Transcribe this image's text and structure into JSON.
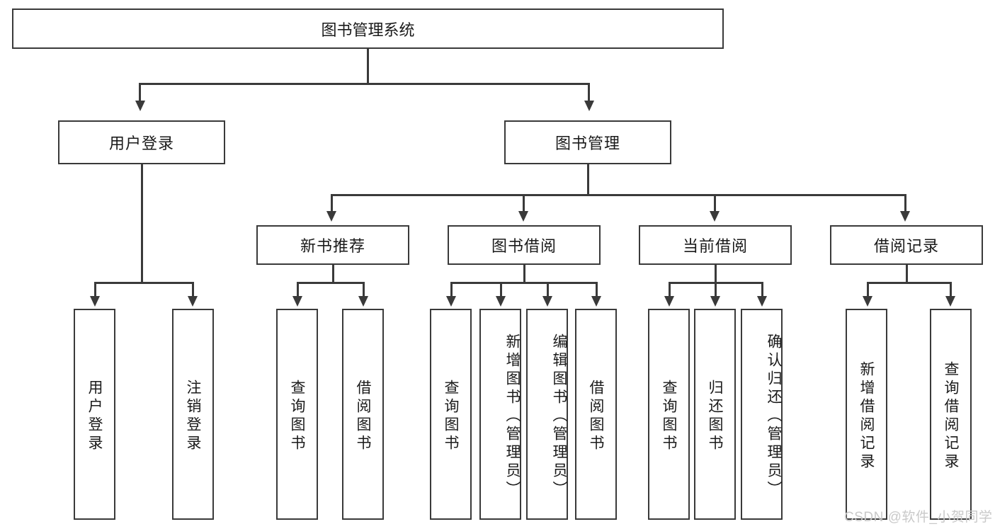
{
  "diagram": {
    "type": "tree-hierarchy-chart",
    "title": "图书管理系统",
    "levels": {
      "root": {
        "label": "图书管理系统"
      },
      "level2": [
        {
          "label": "用户登录"
        },
        {
          "label": "图书管理"
        }
      ],
      "level3": [
        {
          "label": "新书推荐"
        },
        {
          "label": "图书借阅"
        },
        {
          "label": "当前借阅"
        },
        {
          "label": "借阅记录"
        }
      ],
      "leaves": {
        "user_login": [
          {
            "label": "用户登录"
          },
          {
            "label": "注销登录"
          }
        ],
        "new_book_recommend": [
          {
            "label": "查询图书"
          },
          {
            "label": "借阅图书"
          }
        ],
        "book_borrow": [
          {
            "label": "查询图书"
          },
          {
            "label": "新增图书（管理员）"
          },
          {
            "label": "编辑图书（管理员）"
          },
          {
            "label": "借阅图书"
          }
        ],
        "current_borrow": [
          {
            "label": "查询图书"
          },
          {
            "label": "归还图书"
          },
          {
            "label": "确认归还（管理员）"
          }
        ],
        "borrow_record": [
          {
            "label": "新增借阅记录"
          },
          {
            "label": "查询借阅记录"
          }
        ]
      }
    },
    "colors": {
      "border": "#3a3a3a",
      "background": "#ffffff",
      "text": "#1a1a1a",
      "watermark": "#c9c9c9"
    }
  },
  "watermark": {
    "text": "CSDN @软件_小贺同学"
  }
}
